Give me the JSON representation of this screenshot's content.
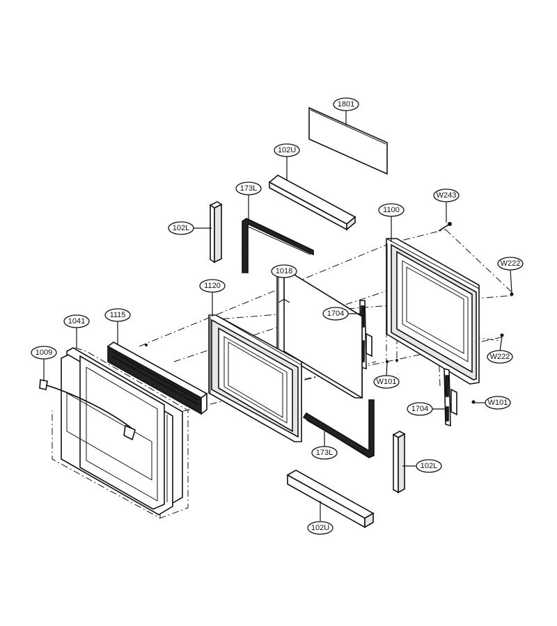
{
  "callouts": {
    "c1801": "1801",
    "c102u_top": "102U",
    "c173l_top": "173L",
    "c102l_left": "102L",
    "c1100": "1100",
    "cw243": "W243",
    "cw222_top": "W222",
    "c1018": "1018",
    "c1120": "1120",
    "c1704_top": "1704",
    "c1115": "1115",
    "c1041": "1041",
    "c1009": "1009",
    "cw222_bottom": "W222",
    "cw101_mid": "W101",
    "cw101_right": "W101",
    "c1704_bottom": "1704",
    "c173l_bottom": "173L",
    "c102l_right": "102L",
    "c102u_bottom": "102U"
  }
}
